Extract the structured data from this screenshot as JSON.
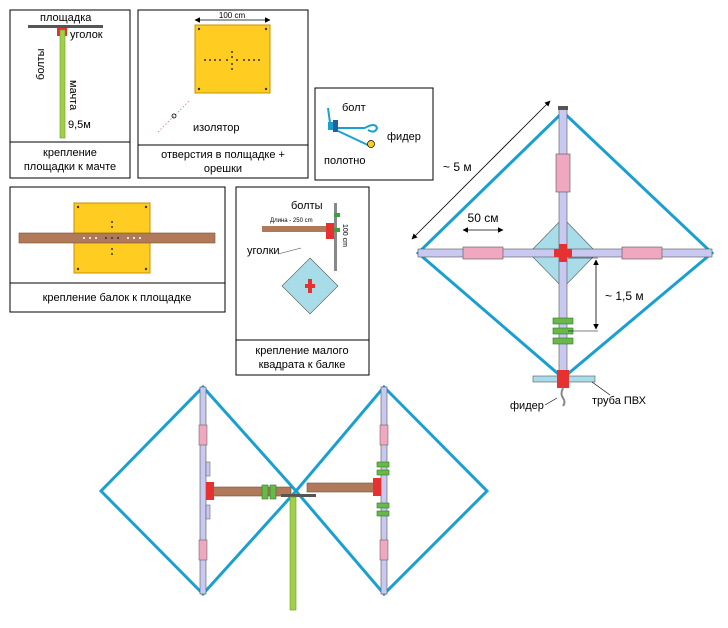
{
  "panel1": {
    "ploshchadka": "площадка",
    "ugolok": "уголок",
    "bolty": "болты",
    "machta": "мачта",
    "height": "9,5м",
    "caption_line1": "крепление",
    "caption_line2": "площадки к мачте"
  },
  "panel2": {
    "dimension": "100 cm",
    "izolyator": "изолятор",
    "caption_line1": "отверстия в полщадке +",
    "caption_line2": "орешки"
  },
  "panel3": {
    "bolt": "болт",
    "fider": "фидер",
    "polotno": "полотно"
  },
  "panel4": {
    "caption": "крепление балок к площадке"
  },
  "panel5": {
    "bolty": "болты",
    "dlina": "Длина - 250 cm",
    "dimension": "100 cm",
    "ugolki": "уголки",
    "caption_line1": "крепление малого",
    "caption_line2": "квадрата к балке"
  },
  "main": {
    "side": "~ 5 м",
    "insulator_len": "50 см",
    "offset": "~ 1,5 м",
    "fider": "фидер",
    "truba": "труба ПВХ"
  },
  "colors": {
    "wire": "#1aa0d0",
    "tube": "#c8c8f0",
    "insulator": "#f0a8c0",
    "plate": "#ffcc22",
    "beam": "#b07a5a",
    "mast": "#a0d04a",
    "red": "#e83030"
  }
}
